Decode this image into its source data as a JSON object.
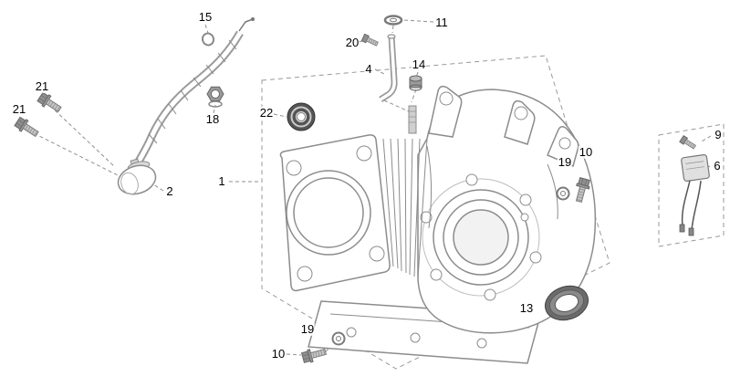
{
  "diagram": {
    "type": "exploded-parts-diagram",
    "colors": {
      "line": "#8c8c8c",
      "dark_metal": "#555555",
      "mid_metal": "#9a9a9a",
      "light_metal": "#c6c6c6",
      "label": "#000000",
      "background": "#ffffff",
      "dash": "#999999"
    },
    "callouts": [
      {
        "num": "15"
      },
      {
        "num": "11"
      },
      {
        "num": "20"
      },
      {
        "num": "4"
      },
      {
        "num": "14"
      },
      {
        "num": "21"
      },
      {
        "num": "21"
      },
      {
        "num": "18"
      },
      {
        "num": "22"
      },
      {
        "num": "2"
      },
      {
        "num": "1"
      },
      {
        "num": "19"
      },
      {
        "num": "10"
      },
      {
        "num": "9"
      },
      {
        "num": "6"
      },
      {
        "num": "13"
      },
      {
        "num": "19"
      },
      {
        "num": "10"
      }
    ]
  }
}
